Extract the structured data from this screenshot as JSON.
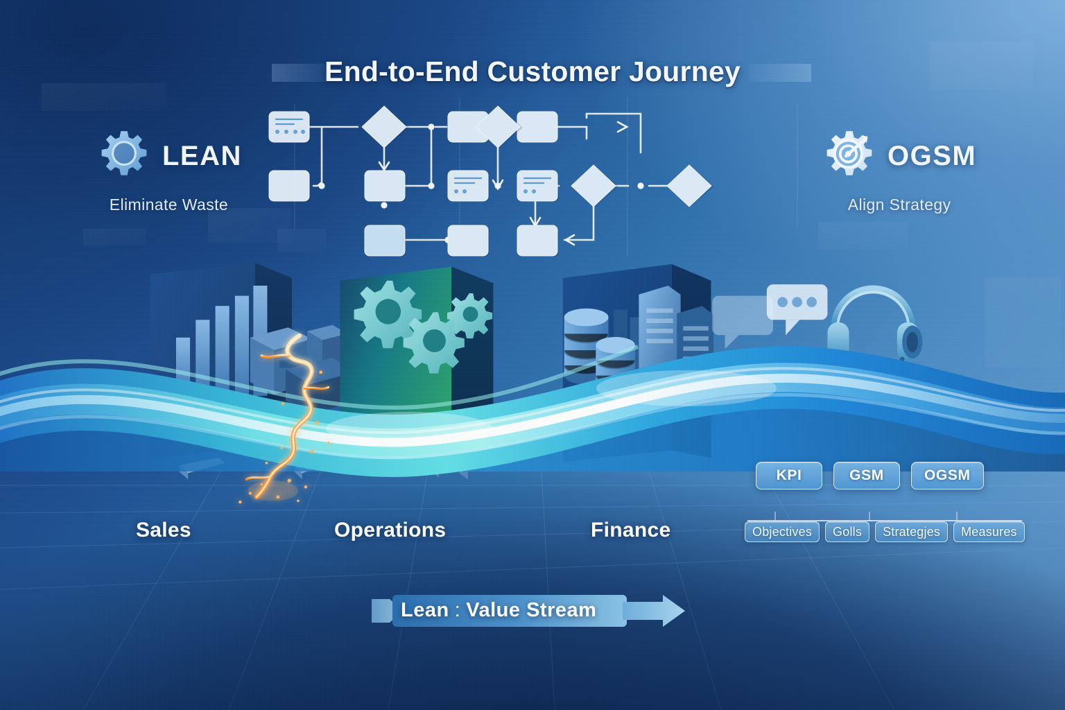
{
  "header": {
    "title": "End-to-End Customer Journey"
  },
  "badges": {
    "left": {
      "icon": "gear-icon",
      "word": "LEAN",
      "subtitle": "Eliminate Waste"
    },
    "right": {
      "icon": "target-gear-icon",
      "word": "OGSM",
      "subtitle": "Align Strategy"
    }
  },
  "flowchart": {
    "label": "process-flow-diagram",
    "node_count": 14,
    "shapes": [
      "rounded-rect",
      "diamond",
      "document-card"
    ]
  },
  "scene": {
    "panels": [
      {
        "name": "sales-panel",
        "icons": [
          "bar-chart-icon",
          "box-icon",
          "lightning-crack-icon"
        ]
      },
      {
        "name": "operations-panel",
        "icons": [
          "gears-icon",
          "puzzle-piece-icon"
        ]
      },
      {
        "name": "finance-panel",
        "icons": [
          "coin-stack-icon",
          "buildings-icon"
        ]
      },
      {
        "name": "service-panel",
        "icons": [
          "speech-bubble-icon",
          "chat-dots-icon",
          "headset-icon"
        ]
      }
    ]
  },
  "departments": [
    {
      "label": "Sales"
    },
    {
      "label": "Operations"
    },
    {
      "label": "Finance"
    }
  ],
  "kpi": {
    "top_pills": [
      {
        "label": "KPI"
      },
      {
        "label": "GSM"
      },
      {
        "label": "OGSM"
      }
    ],
    "sub_pills": [
      {
        "label": "Objectives"
      },
      {
        "label": "Golls"
      },
      {
        "label": "Strategjes"
      },
      {
        "label": "Measures"
      }
    ]
  },
  "value_stream": {
    "left_label": "Lean",
    "separator": ":",
    "right_label": "Value Stream"
  },
  "colors": {
    "bg_dark": "#143a74",
    "bg_light": "#6ca4d5",
    "wave_cyan": "#3fd0e6",
    "wave_blue": "#1d7fd4",
    "panel_teal": "#2a9d8f",
    "bolt_orange": "#ff9a3c",
    "text_white": "#ffffff",
    "pill_blue": "#4e98d6"
  }
}
